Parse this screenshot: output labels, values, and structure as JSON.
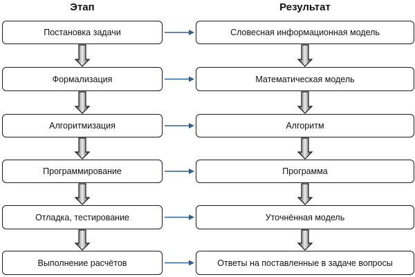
{
  "headers": {
    "stage": "Этап",
    "result": "Результат"
  },
  "stages": [
    "Постановка задачи",
    "Формализация",
    "Алгоритмизация",
    "Программирование",
    "Отладка, тестирование",
    "Выполнение расчётов"
  ],
  "results": [
    "Словесная информационная модель",
    "Математическая модель",
    "Алгоритм",
    "Программа",
    "Уточнённая модель",
    "Ответы на поставленные в задаче вопросы"
  ],
  "colors": {
    "connector_arrow": "#2f5f8f",
    "flow_arrow_dark": "#3a3a3a",
    "flow_arrow_light": "#ececec"
  }
}
